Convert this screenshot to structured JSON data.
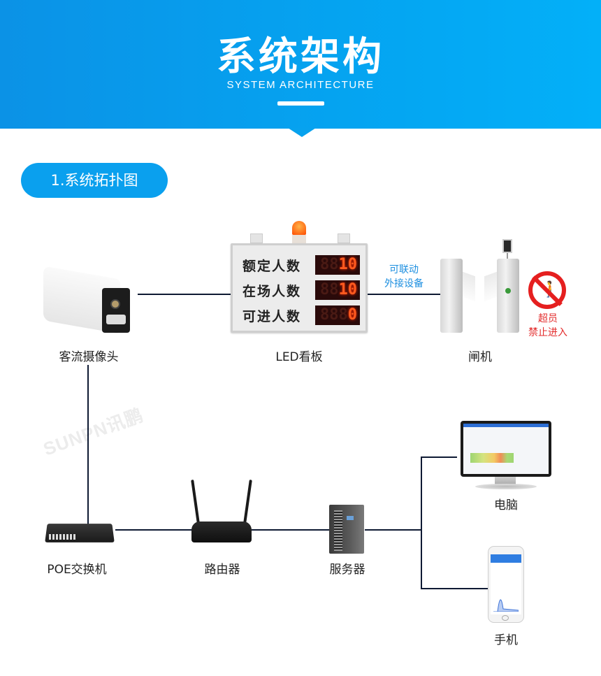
{
  "header": {
    "title": "系统架构",
    "subtitle": "SYSTEM ARCHITECTURE",
    "background_color": "#0aa0ee"
  },
  "section": {
    "label": "1.系统拓扑图",
    "color": "#0aa0ee"
  },
  "watermark": "SUNPN讯鹏",
  "nodes": {
    "camera": {
      "label": "客流摄像头",
      "icon": "camera-icon"
    },
    "led_board": {
      "label": "LED看板",
      "icon": "led-board-icon",
      "rows": [
        {
          "text": "额定人数",
          "ghost": "88",
          "value": "10"
        },
        {
          "text": "在场人数",
          "ghost": "88",
          "value": "10"
        },
        {
          "text": "可进人数",
          "ghost": "888",
          "value": "0"
        }
      ]
    },
    "gate": {
      "label": "闸机",
      "icon": "turnstile-icon"
    },
    "gate_link_note": {
      "line1": "可联动",
      "line2": "外接设备"
    },
    "over_capacity": {
      "line1": "超员",
      "line2": "禁止进入",
      "icon": "no-entry-icon",
      "color": "#e51f1f"
    },
    "poe_switch": {
      "label": "POE交换机",
      "icon": "switch-icon"
    },
    "router": {
      "label": "路由器",
      "icon": "router-icon"
    },
    "server": {
      "label": "服务器",
      "icon": "server-icon"
    },
    "computer": {
      "label": "电脑",
      "icon": "monitor-icon"
    },
    "phone": {
      "label": "手机",
      "icon": "phone-icon"
    }
  },
  "connections": [
    [
      "camera",
      "led_board"
    ],
    [
      "led_board",
      "gate"
    ],
    [
      "camera",
      "poe_switch"
    ],
    [
      "poe_switch",
      "router"
    ],
    [
      "router",
      "server"
    ],
    [
      "server",
      "computer"
    ],
    [
      "server",
      "phone"
    ]
  ],
  "line_color": "#0e1a33"
}
